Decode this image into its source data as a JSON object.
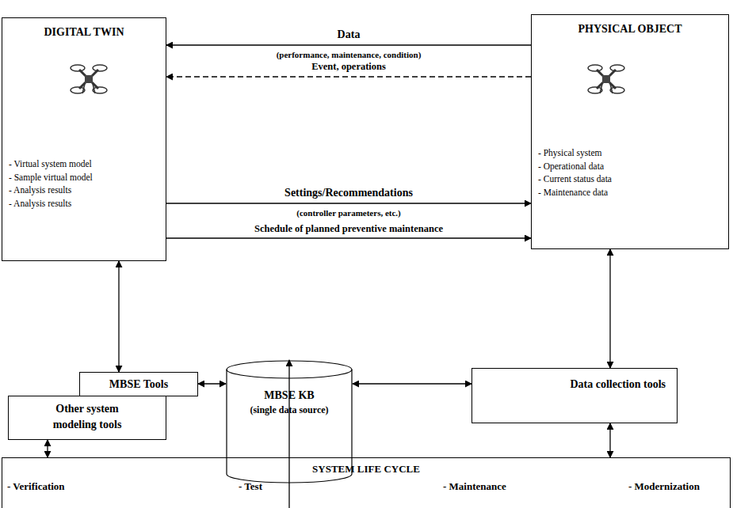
{
  "diagram": {
    "nodes": [
      {
        "text": [
          "DIGITAL TWIN",
          "- Virtual system model",
          "- Sample virtual model",
          "- Analysis results",
          "- Analysis results"
        ]
      },
      {
        "text": [
          "PHYSICAL OBJECT",
          "- Physical system",
          "- Operational data",
          "- Current status data",
          "- Maintenance data"
        ]
      },
      {
        "text": [
          "MBSE Tools"
        ]
      },
      {
        "text": [
          "Other system modeling tools"
        ]
      },
      {
        "text": [
          "MBSE KB",
          "(single data source)"
        ]
      },
      {
        "text": [
          "Data collection tools"
        ]
      },
      {
        "text": [
          "SYSTEM LIFE CYCLE",
          "- Verification",
          "- Test",
          "- Maintenance",
          "- Modernization"
        ]
      }
    ],
    "edges": [
      {
        "from": 1,
        "to": 0,
        "arrow": "to",
        "label": "Data"
      },
      {
        "from": 1,
        "to": 0,
        "arrow": "to",
        "label": "Event, operations"
      },
      {
        "from": 0,
        "to": 1,
        "arrow": "to",
        "label": "Settings/Recommendations"
      },
      {
        "from": 0,
        "to": 1,
        "arrow": "to",
        "label": "Schedule of planned preventive maintenance"
      },
      {
        "from": 0,
        "to": 2,
        "arrow": "both"
      },
      {
        "from": 2,
        "to": 4,
        "arrow": "both"
      },
      {
        "from": 4,
        "to": 5,
        "arrow": "both"
      },
      {
        "from": 1,
        "to": 5,
        "arrow": "both"
      },
      {
        "from": 3,
        "to": 6,
        "arrow": "both"
      },
      {
        "from": 4,
        "to": 6,
        "arrow": "both"
      },
      {
        "from": 5,
        "to": 6,
        "arrow": "both"
      }
    ],
    "labels": [
      "(performance, maintenance, condition)",
      "(controller parameters, etc.)"
    ]
  }
}
